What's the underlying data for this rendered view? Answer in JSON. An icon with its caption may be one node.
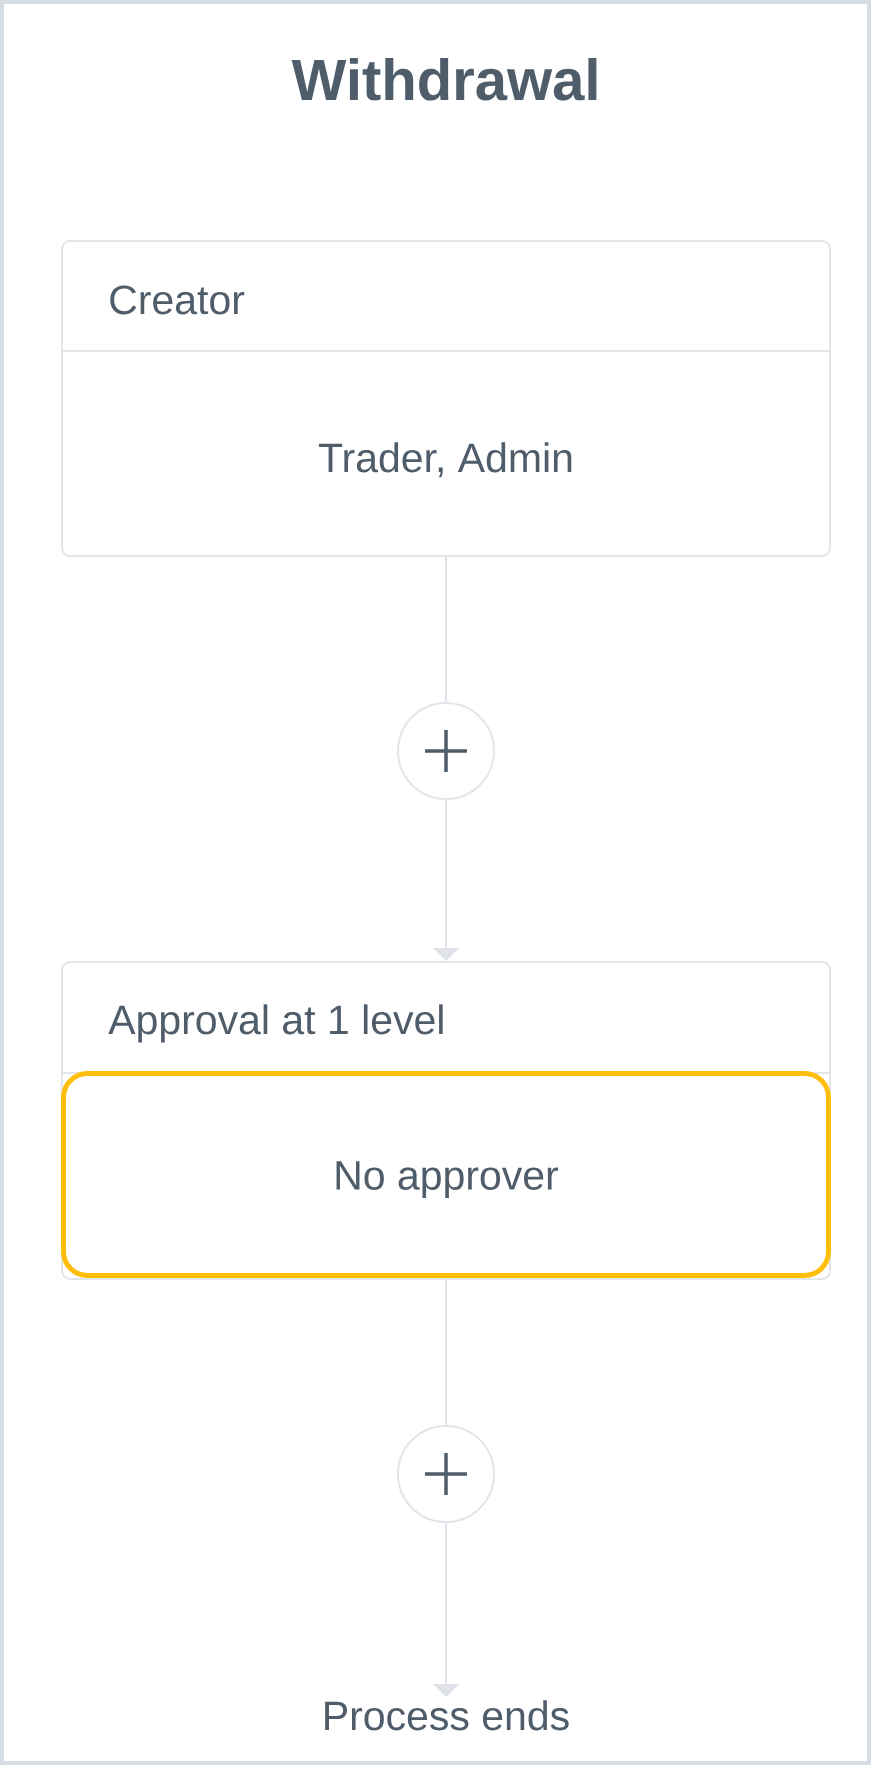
{
  "diagram": {
    "title": "Withdrawal",
    "nodes": [
      {
        "text": [
          "Creator",
          "Trader, Admin"
        ]
      },
      {
        "text": [],
        "shape": "circle"
      },
      {
        "text": [
          "Approval at 1 level"
        ]
      },
      {
        "text": [
          "No approver"
        ],
        "in": 2
      },
      {
        "text": [],
        "shape": "circle"
      },
      {
        "text": [
          "Process ends"
        ]
      }
    ],
    "edges": [
      {
        "from": 0,
        "to": 1,
        "arrow": "none"
      },
      {
        "from": 1,
        "to": 2,
        "arrow": "to"
      },
      {
        "from": 2,
        "to": 4,
        "arrow": "none"
      },
      {
        "from": 4,
        "to": 5,
        "arrow": "to"
      }
    ]
  }
}
